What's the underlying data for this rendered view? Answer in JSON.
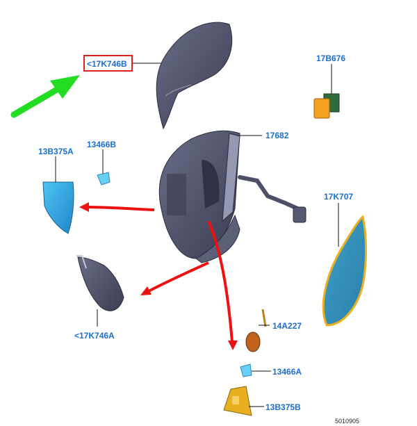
{
  "diagram": {
    "labels": {
      "p17K746B": "<17K746B",
      "p17B676": "17B676",
      "p17682": "17682",
      "p13B375A": "13B375A",
      "p13466B": "13466B",
      "p17K707": "17K707",
      "p14A227": "14A227",
      "p17K746A": "<17K746A",
      "p13466A": "13466A",
      "p13B375B": "13B375B"
    },
    "figure_number": "5010905",
    "colors": {
      "label_text": "#1a6fd1",
      "highlight_box": "#e02020",
      "green_arrow": "#22dd22",
      "red_arrow": "#ee1111",
      "housing": "#4d5068",
      "blue_part": "#2aa8e6",
      "yellow_part": "#e8b020"
    }
  }
}
